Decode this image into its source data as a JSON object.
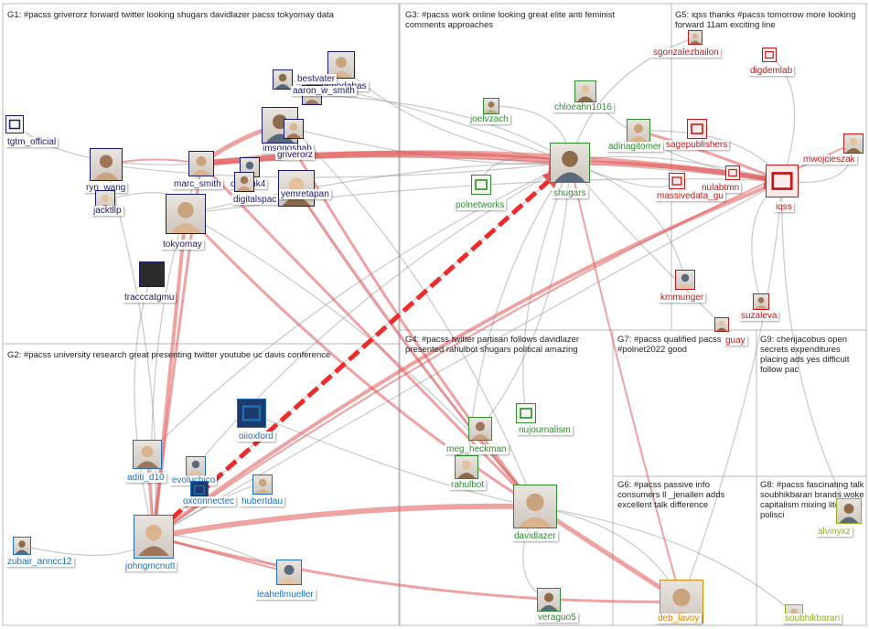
{
  "groups": [
    {
      "id": "G1",
      "title": "G1: #pacss griverorz forward twitter looking shugars davidlazer pacss tokyomay data",
      "color": "#1a1a6e"
    },
    {
      "id": "G2",
      "title": "G2: #pacss university research great presenting twitter youtube uc davis conference",
      "color": "#1e6fb8"
    },
    {
      "id": "G3",
      "title": "G3: #pacss work online looking great elite anti feminist comments approaches",
      "color": "#2e8b2e"
    },
    {
      "id": "G4",
      "title": "G4: #pacss twitter partisan follows davidlazer presented rahulbot shugars political amazing",
      "color": "#2e8b2e"
    },
    {
      "id": "G5",
      "title": "G5: iqss thanks #pacss tomorrow more looking forward 11am exciting line",
      "color": "#c01818"
    },
    {
      "id": "G6",
      "title": "G6: #pacss passive info consumers ll _jenallen adds excellent talk difference",
      "color": "#d98a00"
    },
    {
      "id": "G7",
      "title": "G7: #pacss qualified pacss #polnet2022 good",
      "color": "#555555"
    },
    {
      "id": "G8",
      "title": "G8: #pacss fascinating talk soubhikbarari brands woke capitalism mixing literature polisci",
      "color": "#8db11e"
    },
    {
      "id": "G9",
      "title": "G9: cherijacobus open secrets expenditures placing ads yes difficult follow pac",
      "color": "#555555"
    }
  ],
  "nodes": [
    {
      "id": "meltemodabas",
      "label": "meltemodabas",
      "group": "G1",
      "avatar": "person-icon"
    },
    {
      "id": "bestvater",
      "label": "bestvater",
      "group": "G1",
      "avatar": "person-icon"
    },
    {
      "id": "aaron_w_smith",
      "label": "aaron_w_smith",
      "group": "G1",
      "avatar": "person-icon"
    },
    {
      "id": "tgtm_official",
      "label": "tgtm_official",
      "group": "G1",
      "avatar": "logo-icon"
    },
    {
      "id": "ryn_wang",
      "label": "ryn_wang",
      "group": "G1",
      "avatar": "person-icon"
    },
    {
      "id": "jacktllp",
      "label": "jacktllp",
      "group": "G1",
      "avatar": "person-icon"
    },
    {
      "id": "marc_smith",
      "label": "marc_smith",
      "group": "G1",
      "avatar": "person-icon"
    },
    {
      "id": "imsonoshah",
      "label": "imsonoshah",
      "group": "G1",
      "avatar": "person-icon"
    },
    {
      "id": "griverorz",
      "label": "griverorz",
      "group": "G1",
      "avatar": "person-icon"
    },
    {
      "id": "danbuk4",
      "label": "danbuk4",
      "group": "G1",
      "avatar": "person-icon"
    },
    {
      "id": "digitalspace",
      "label": "digitalspac",
      "group": "G1",
      "avatar": "person-icon"
    },
    {
      "id": "yemretapan",
      "label": "yemretapan",
      "group": "G1",
      "avatar": "person-icon"
    },
    {
      "id": "tokyomay",
      "label": "tokyomay",
      "group": "G1",
      "avatar": "person-icon"
    },
    {
      "id": "tracccatgmu",
      "label": "tracccatgmu",
      "group": "G1",
      "avatar": "book-icon"
    },
    {
      "id": "aditi_d10",
      "label": "aditi_d10",
      "group": "G2",
      "avatar": "person-icon"
    },
    {
      "id": "evoluchico",
      "label": "evoluchico",
      "group": "G2",
      "avatar": "person-icon"
    },
    {
      "id": "oiioxford",
      "label": "oiioxford",
      "group": "G2",
      "avatar": "logo-icon"
    },
    {
      "id": "oxconnected",
      "label": "oxconnectec",
      "group": "G2",
      "avatar": "logo-icon"
    },
    {
      "id": "hubertdau",
      "label": "hubertdau",
      "group": "G2",
      "avatar": "person-icon"
    },
    {
      "id": "zubair_anncc12",
      "label": "zubair_anncc12",
      "group": "G2",
      "avatar": "person-icon"
    },
    {
      "id": "johngmcnutt",
      "label": "johngmcnutt",
      "group": "G2",
      "avatar": "person-icon"
    },
    {
      "id": "leahellmueller",
      "label": "leahellmueller",
      "group": "G2",
      "avatar": "person-icon"
    },
    {
      "id": "joelvzach",
      "label": "joelvzach",
      "group": "G3",
      "avatar": "person-icon"
    },
    {
      "id": "chloeahn1016",
      "label": "chloeahn1016",
      "group": "G3",
      "avatar": "person-icon"
    },
    {
      "id": "adinagitomer",
      "label": "adinagitomer",
      "group": "G3",
      "avatar": "person-icon"
    },
    {
      "id": "shugars",
      "label": "shugars",
      "group": "G3",
      "avatar": "person-icon"
    },
    {
      "id": "polnetworks",
      "label": "polnetworks",
      "group": "G3",
      "avatar": "logo-icon"
    },
    {
      "id": "nujournalism",
      "label": "nujournalism",
      "group": "G4",
      "avatar": "logo-icon"
    },
    {
      "id": "meg_heckman",
      "label": "meg_heckman",
      "group": "G4",
      "avatar": "person-icon"
    },
    {
      "id": "rahulbot",
      "label": "rahulbot",
      "group": "G4",
      "avatar": "person-icon"
    },
    {
      "id": "davidlazer",
      "label": "davidlazer",
      "group": "G4",
      "avatar": "person-icon"
    },
    {
      "id": "veraguo5",
      "label": "veraguo5",
      "group": "G4",
      "avatar": "person-icon"
    },
    {
      "id": "sgonzalezbailon",
      "label": "sgonzalezbailon",
      "group": "G5",
      "avatar": "person-icon"
    },
    {
      "id": "digdemlab",
      "label": "digdemlab",
      "group": "G5",
      "avatar": "logo-icon"
    },
    {
      "id": "sagepublishers",
      "label": "sagepublishers",
      "group": "G5",
      "avatar": "logo-icon"
    },
    {
      "id": "mwojcieszak",
      "label": "mwojcieszak",
      "group": "G5",
      "avatar": "person-icon"
    },
    {
      "id": "nulabtmn",
      "label": "nulabtmn",
      "group": "G5",
      "avatar": "logo-icon"
    },
    {
      "id": "iqss",
      "label": "iqss",
      "group": "G5",
      "avatar": "logo-icon"
    },
    {
      "id": "massivedata_gu",
      "label": "massivedata_gu",
      "group": "G5",
      "avatar": "logo-icon"
    },
    {
      "id": "kmmunger",
      "label": "kmmunger",
      "group": "G5",
      "avatar": "person-icon"
    },
    {
      "id": "suzaleva",
      "label": "suzaleva",
      "group": "G5",
      "avatar": "person-icon"
    },
    {
      "id": "guay",
      "label": "guay",
      "group": "G5",
      "avatar": "person-icon"
    },
    {
      "id": "deb_lavoy",
      "label": "deb_lavoy",
      "group": "G6",
      "avatar": "person-icon"
    },
    {
      "id": "alvinyxz",
      "label": "alvinyxz",
      "group": "G8",
      "avatar": "person-icon"
    },
    {
      "id": "soubhikbarari",
      "label": "soubhikbarari",
      "group": "G8",
      "avatar": "person-icon"
    }
  ]
}
